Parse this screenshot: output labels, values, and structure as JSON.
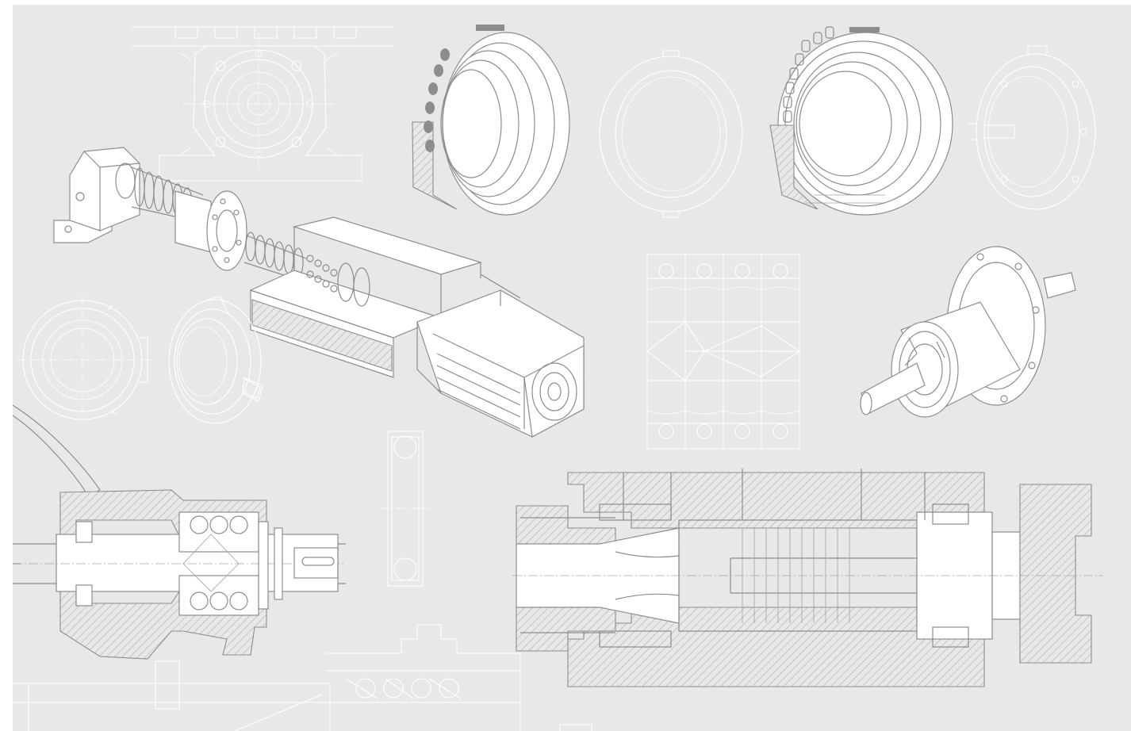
{
  "sheet": {
    "background": "#e7e8e8",
    "line_grey": "#8c8d8e",
    "line_white": "#ffffff"
  },
  "components": [
    {
      "id": "ballscrew-nut-front-view",
      "style": "white-outline"
    },
    {
      "id": "ballscrew-linear-actuator",
      "style": "grey-outline"
    },
    {
      "id": "angular-contact-bearing-cutaway",
      "style": "grey-outline"
    },
    {
      "id": "locknut-ring",
      "style": "white-outline"
    },
    {
      "id": "cylindrical-roller-bearing-cutaway",
      "style": "grey-outline"
    },
    {
      "id": "precision-locknut",
      "style": "white-outline"
    },
    {
      "id": "ring-front-view",
      "style": "white-outline"
    },
    {
      "id": "deep-groove-bearing-cutaway",
      "style": "white-outline"
    },
    {
      "id": "bearing-set-arrangement",
      "style": "white-outline"
    },
    {
      "id": "bearing-cartridge-unit",
      "style": "grey-outline"
    },
    {
      "id": "gearbox-housing-section",
      "style": "grey-hatched"
    },
    {
      "id": "bearing-cross-section",
      "style": "white-outline"
    },
    {
      "id": "spindle-assembly-section",
      "style": "grey-hatched"
    },
    {
      "id": "bottom-housing-section",
      "style": "white-outline"
    }
  ]
}
